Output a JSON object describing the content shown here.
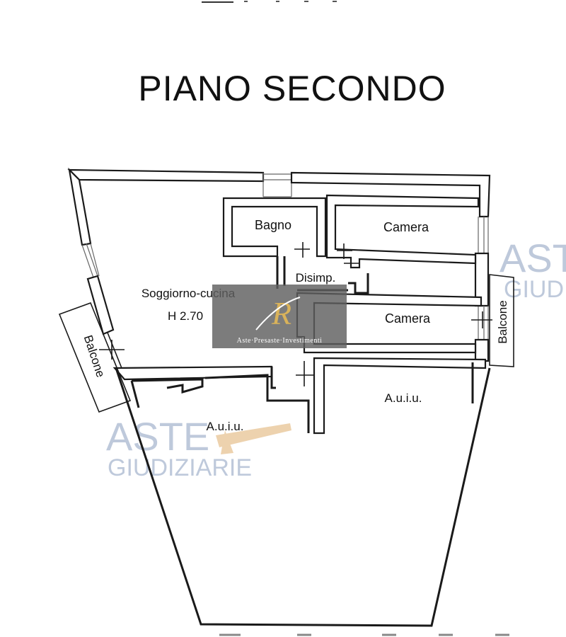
{
  "title": "PIANO SECONDO",
  "rooms": {
    "soggiorno": "Soggiorno-cucina",
    "height": "H 2.70",
    "bagno": "Bagno",
    "camera_top": "Camera",
    "camera_mid": "Camera",
    "disimpegno": "Disimp.",
    "auiu_left": "A.u.i.u.",
    "auiu_right": "A.u.i.u.",
    "balcone_left": "Balcone",
    "balcone_right": "Balcone"
  },
  "watermarks": {
    "aste_left": "ASTE",
    "giudiziarie_left": "GIUDIZIARIE",
    "aste_right": "ASTE",
    "giudiziarie_right": "GIUDIZ"
  },
  "logo": {
    "monogram": "R",
    "tagline": "Aste·Presaste·Investimenti"
  },
  "colors": {
    "wall": "#1a1a1a",
    "watermark": "#a9b7cf",
    "logo_bg": "#5f5f5f",
    "logo_gold": "#d9b25a"
  }
}
